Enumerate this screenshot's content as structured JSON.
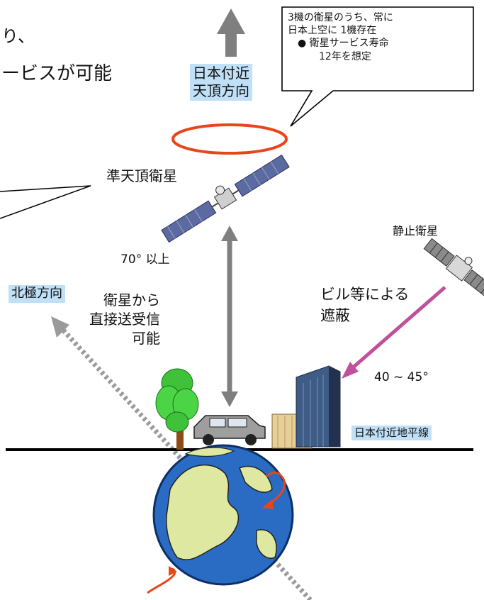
{
  "intro": {
    "line1": "り、",
    "line2": "ービスが可能"
  },
  "callout": {
    "line1": "3機の衛星のうち、常に",
    "line2": "日本上空に 1機存在",
    "bullet": "●",
    "line3": "衛星サービス寿命",
    "line4": "12年を想定"
  },
  "labels": {
    "zenith": "日本付近\n天頂方向",
    "qzs": "準天頂衛星",
    "geo": "静止衛星",
    "north": "北極方向",
    "elevation_qzs": "70° 以上",
    "direct": "衛星から\n直接送受信\n可能",
    "blocked": "ビル等による\n遮蔽",
    "elevation_geo": "40 ~ 45°",
    "horizon": "日本付近地平線"
  },
  "colors": {
    "label_bg": "#bfe0f7",
    "arrow_gray": "#7f7f7f",
    "ring": "#e8461a",
    "geo_arrow": "#c0509a",
    "ocean": "#2a6cc4",
    "land": "#dfe8a0"
  },
  "icons": [
    "up-arrow-icon",
    "orbit-ring-icon",
    "satellite-icon",
    "building-icon",
    "tree-icon",
    "car-icon",
    "earth-icon"
  ]
}
